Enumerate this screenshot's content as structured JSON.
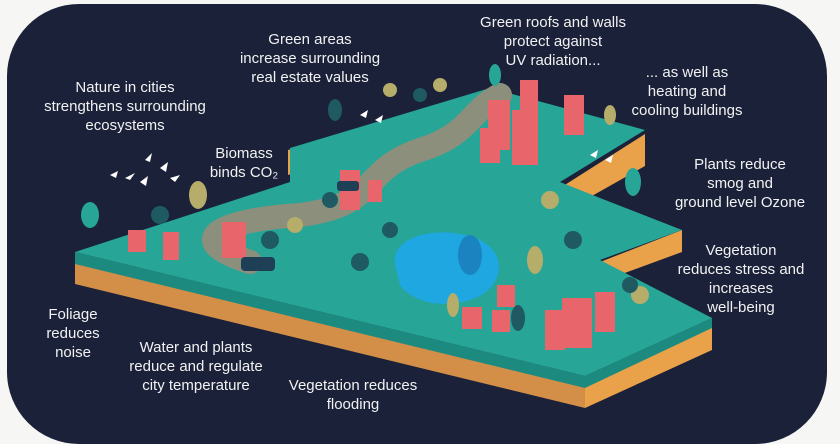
{
  "labels": {
    "green_areas": [
      "Green areas",
      "increase surrounding",
      "real estate values"
    ],
    "nature": [
      "Nature in cities",
      "strengthens surrounding",
      "ecosystems"
    ],
    "biomass": [
      "Biomass",
      "binds CO₂"
    ],
    "green_roofs": [
      "Green roofs and walls",
      "protect against",
      "UV radiation..."
    ],
    "heating": [
      "... as well as",
      "heating and",
      "cooling buildings"
    ],
    "smog": [
      "Plants reduce",
      "smog and",
      "ground level Ozone"
    ],
    "stress": [
      "Vegetation",
      "reduces stress and",
      "increases",
      "well-being"
    ],
    "foliage": [
      "Foliage",
      "reduces",
      "noise"
    ],
    "temperature": [
      "Water and plants",
      "reduce and regulate",
      "city temperature"
    ],
    "flooding": [
      "Vegetation reduces",
      "flooding"
    ]
  },
  "colors": {
    "background": "#1a2139",
    "grass": "#27a596",
    "grass_edge": "#1d8a80",
    "soil": "#e9a148",
    "road": "#8c8f7c",
    "water": "#1ea7e1",
    "building": "#e8656b",
    "tree_dark": "#1f5a63",
    "tree_light": "#b6ad6a"
  }
}
